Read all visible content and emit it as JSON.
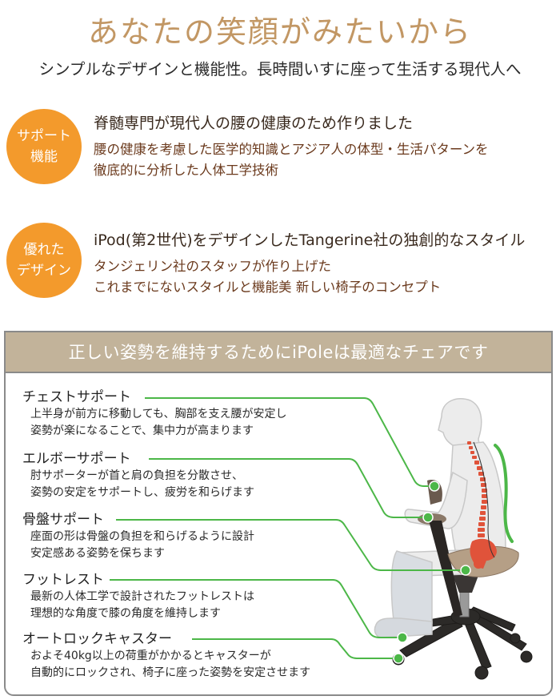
{
  "hero": {
    "title": "あなたの笑顔がみたいから",
    "subtitle": "シンプルなデザインと機能性。長時間いすに座って生活する現代人へ"
  },
  "features": [
    {
      "badge_line1": "サポート",
      "badge_line2": "機能",
      "heading": "脊髄専門が現代人の腰の健康のため作りました",
      "desc_line1": "腰の健康を考慮した医学的知識とアジア人の体型・生活パターンを",
      "desc_line2": "徹底的に分析した人体工学技術"
    },
    {
      "badge_line1": "優れた",
      "badge_line2": "デザイン",
      "heading": "iPod(第2世代)をデザインしたTangerine社の独創的なスタイル",
      "desc_line1": "タンジェリン社のスタッフが作り上げた",
      "desc_line2": "これまでにないスタイルと機能美 新しい椅子のコンセプト"
    }
  ],
  "panel": {
    "header": "正しい姿勢を維持するためにiPoleは最適なチェアです",
    "callouts": [
      {
        "title": "チェストサポート",
        "desc_line1": "上半身が前方に移動しても、胸部を支え腰が安定し",
        "desc_line2": "姿勢が楽になることで、集中力が高まります"
      },
      {
        "title": "エルボーサポート",
        "desc_line1": "肘サポーターが首と肩の負担を分散させ、",
        "desc_line2": "姿勢の安定をサポートし、疲労を和らげます"
      },
      {
        "title": "骨盤サポート",
        "desc_line1": "座面の形は骨盤の負担を和らげるように設計",
        "desc_line2": "安定感ある姿勢を保ちます"
      },
      {
        "title": "フットレスト",
        "desc_line1": "最新の人体工学で設計されたフットレストは",
        "desc_line2": "理想的な角度で膝の角度を維持します"
      },
      {
        "title": "オートロックキャスター",
        "desc_line1": "およそ40kg以上の荷重がかかるとキャスターが",
        "desc_line2": "自動的にロックされ、椅子に座った姿勢を安定させます"
      }
    ]
  },
  "colors": {
    "title_gold": "#c29764",
    "badge_orange": "#f39a2c",
    "desc_brown": "#6b3a1d",
    "panel_header_bg": "#c2b39a",
    "callout_green": "#4cb748",
    "spine_red": "#e0533a"
  }
}
